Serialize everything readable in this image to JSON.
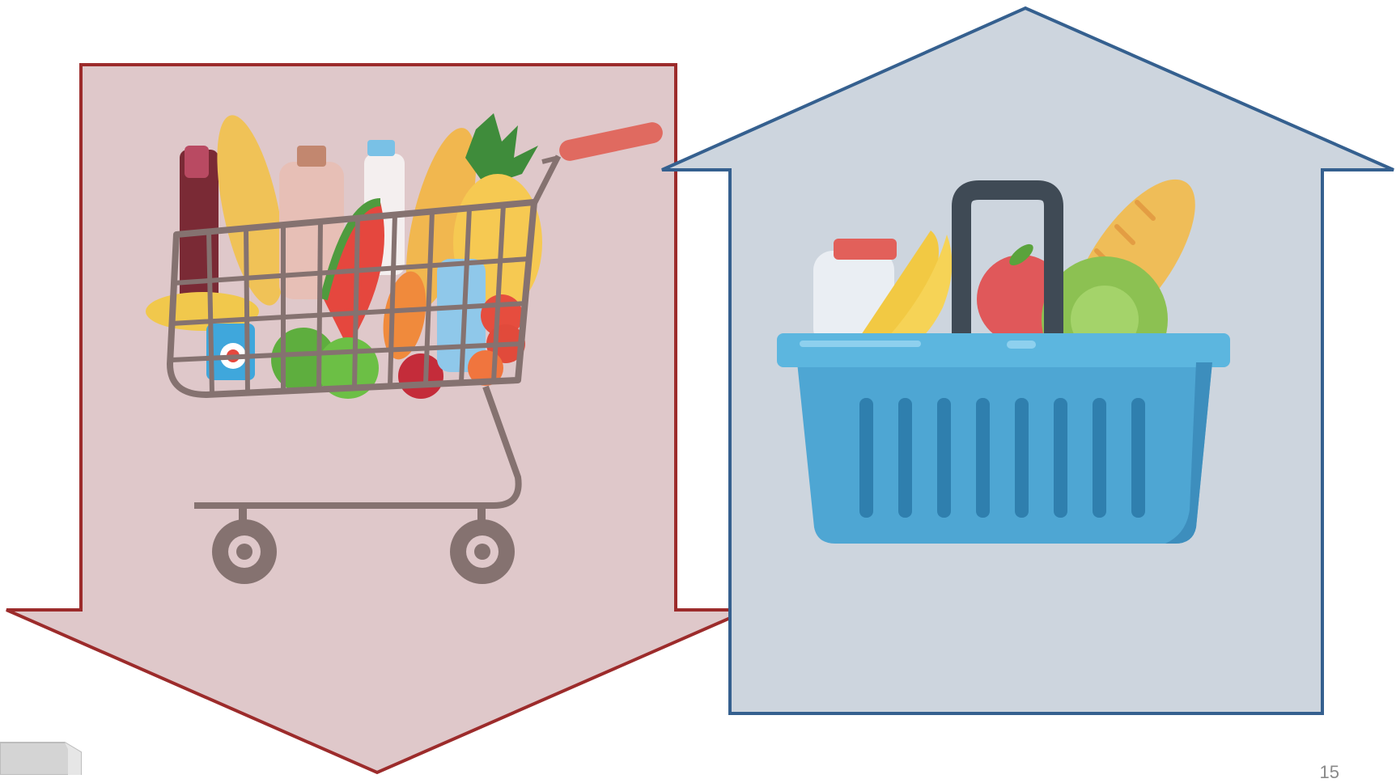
{
  "slide": {
    "page_number": "15",
    "colors": {
      "down_arrow_fill": "#dfc8ca",
      "down_arrow_stroke": "#9c2b2b",
      "up_arrow_fill": "#cdd5de",
      "up_arrow_stroke": "#35608f"
    },
    "shapes": [
      {
        "name": "down-arrow",
        "direction": "down",
        "contains": "shopping-cart-illustration"
      },
      {
        "name": "up-arrow",
        "direction": "up",
        "contains": "shopping-basket-illustration"
      }
    ],
    "icons": [
      "shopping-cart-icon",
      "shopping-basket-icon",
      "nav-button-icon"
    ]
  }
}
